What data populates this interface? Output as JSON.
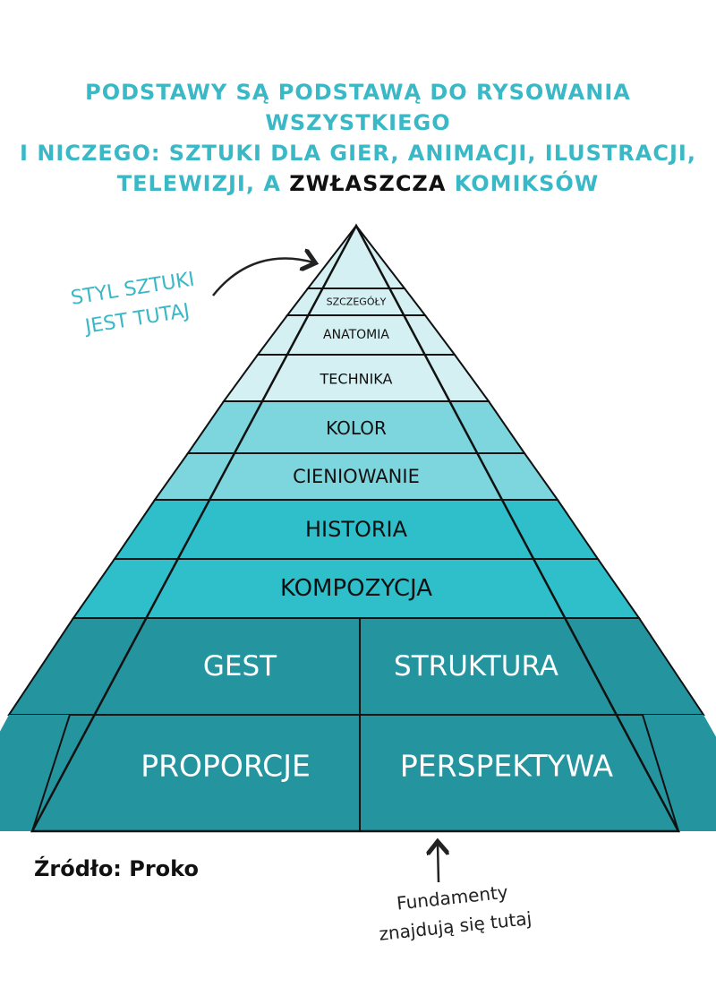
{
  "heading": {
    "line1": "PODSTAWY SĄ PODSTAWĄ DO RYSOWANIA WSZYSTKIEGO",
    "line2": "I NICZEGO: SZTUKI DLA GIER, ANIMACJI, ILUSTRACJI,",
    "line3_start": "TELEWIZJI, A ",
    "line3_highlight": "ZWŁASZCZA",
    "line3_end": " KOMIKSÓW"
  },
  "notes": {
    "left_line1": "STYL SZTUKI",
    "left_line2": "JEST TUTAJ",
    "bottom_line1": "Fundamenty",
    "bottom_line2": "znajdują się tutaj"
  },
  "source": "Źródło: Proko",
  "pyramid": {
    "levels": [
      "SZCZEGÓŁY",
      "ANATOMIA",
      "TECHNIKA",
      "KOLOR",
      "CIENIOWANIE",
      "HISTORIA",
      "KOMPOZYCJA"
    ],
    "base": [
      "GEST",
      "STRUKTURA",
      "PROPORCJE",
      "PERSPEKTYWA"
    ]
  },
  "colors": {
    "accent": "#3ab8c6",
    "light": "#d4f0f2",
    "mid": "#7dd5dd",
    "strong": "#2fbfcb",
    "dark": "#24949f"
  }
}
